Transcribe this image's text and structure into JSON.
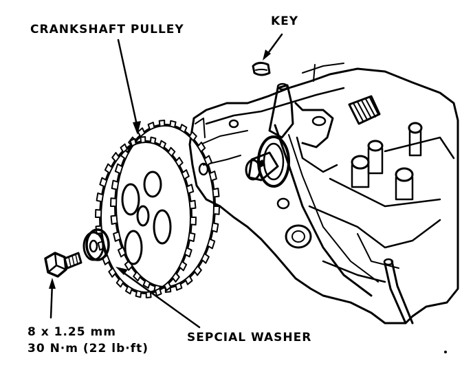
{
  "labels": {
    "crankshaft_pulley": "CRANKSHAFT PULLEY",
    "key": "KEY",
    "special_washer": "SEPCIAL WASHER",
    "bolt_size": "8 x 1.25 mm",
    "bolt_torque": "30 N·m (22 lb·ft)"
  },
  "parts": [
    "crankshaft-pulley-icon",
    "key-icon",
    "special-washer-icon",
    "bolt-icon",
    "engine-block-icon"
  ],
  "colors": {
    "ink": "#000000",
    "paper": "#ffffff"
  }
}
